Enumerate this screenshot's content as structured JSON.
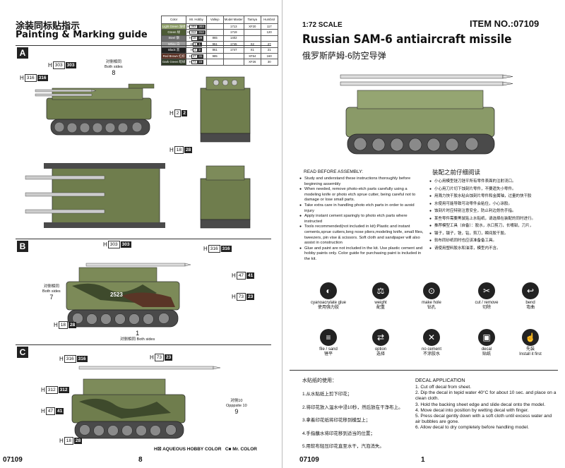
{
  "left_page": {
    "title_cn": "涂装同标贴指示",
    "title_en": "Painting & Marking guide",
    "page_code": "07109",
    "page_number": "8",
    "legend": {
      "aqueous": "AQUEOUS HOBBY COLOR",
      "mr_color": "Mr. COLOR",
      "aqueous_prefix": "H",
      "mr_prefix": "C"
    },
    "paint_table": {
      "headers": [
        "Color",
        "Mr. Hobby",
        "Vallejo",
        "Model Master",
        "Tamiya",
        "Humbrol"
      ],
      "rows": [
        {
          "name": "Light Green",
          "name_cn": "浅绿",
          "swatch": "#8fa06a",
          "h": "303",
          "c": "303",
          "vallejo": "",
          "model_master": "1713",
          "tamiya": "XF20",
          "humbrol": "117"
        },
        {
          "name": "Green",
          "name_cn": "绿",
          "swatch": "#4d5b35",
          "h": "312",
          "c": "312",
          "vallejo": "",
          "model_master": "1719",
          "tamiya": "",
          "humbrol": "120"
        },
        {
          "name": "Steel",
          "name_cn": "钢",
          "swatch": "#6f6f6f",
          "h": "18",
          "c": "28",
          "vallejo": "865",
          "model_master": "1402",
          "tamiya": "",
          "humbrol": ""
        },
        {
          "name": "White",
          "name_cn": "白",
          "swatch": "#9a9a9a",
          "h": "1",
          "c": "1",
          "vallejo": "951",
          "model_master": "1745",
          "tamiya": "X2",
          "humbrol": "27"
        },
        {
          "name": "Black",
          "name_cn": "黑",
          "swatch": "#222222",
          "h": "2",
          "c": "2",
          "vallejo": "861",
          "model_master": "1747",
          "tamiya": "X1",
          "humbrol": "21"
        },
        {
          "name": "Red Brown",
          "name_cn": "红棕",
          "swatch": "#5a2f22",
          "h": "47",
          "c": "41",
          "vallejo": "985",
          "model_master": "",
          "tamiya": "XF64",
          "humbrol": "160"
        },
        {
          "name": "Dark Green",
          "name_cn": "暗绿",
          "swatch": "#2f3a25",
          "h": "73",
          "c": "23",
          "vallejo": "",
          "model_master": "",
          "tamiya": "XF26",
          "humbrol": "30"
        }
      ]
    },
    "sections": [
      {
        "letter": "A",
        "callouts": [
          {
            "h": "303",
            "c": "303"
          },
          {
            "h": "316",
            "c": "316"
          },
          {
            "h": "2",
            "c": "2"
          },
          {
            "h": "18",
            "c": "28"
          }
        ],
        "note_cn": "对侧相同",
        "note_en": "Both sides",
        "note_num": "8"
      },
      {
        "letter": "B",
        "callouts": [
          {
            "h": "303",
            "c": "303"
          },
          {
            "h": "316",
            "c": "316"
          },
          {
            "h": "47",
            "c": "41"
          },
          {
            "h": "73",
            "c": "23"
          },
          {
            "h": "18",
            "c": "28"
          }
        ],
        "note1_cn": "对侧相同",
        "note1_en": "Both sides",
        "note1_num": "7",
        "note2_cn": "对侧相同",
        "note2_en": "Both sides",
        "note2_num": "1",
        "hull_number": "2523"
      },
      {
        "letter": "C",
        "callouts": [
          {
            "h": "316",
            "c": "316"
          },
          {
            "h": "73",
            "c": "23"
          },
          {
            "h": "312",
            "c": "312"
          },
          {
            "h": "47",
            "c": "41"
          },
          {
            "h": "18",
            "c": "28"
          }
        ],
        "note_cn": "对侧10",
        "note_en": "Opppsite 10",
        "note_num": "9"
      }
    ]
  },
  "right_page": {
    "scale": "1:72 SCALE",
    "item_no": "ITEM NO.:07109",
    "product_title_en": "Russian SAM-6 antiaircraft missile",
    "product_title_cn": "俄罗斯萨姆-6防空导弹",
    "page_code": "07109",
    "page_number": "1",
    "read_before_head": "READ BEFORE ASSEMBLY:",
    "read_before_items": [
      "Study and understand these instructions thoroughly before beginning assembly",
      "When needed, remove photo-etch parts carefully using a modeling knife or photo etch sprue cutter, being careful not to damage or lose small parts.",
      "Take extra care in handling photo etch parts in order to avoid injury",
      "Apply instant cement sparingly to photo etch parts where instructed",
      "Tools recommended(not included in kit):Plastic and instant cements,sprue cutters,long nose pliers,modeling knife, small files, tweezers, pin vise & scissors. Soft cloth and sandpaper will also assist in construction",
      "Glue and paint are not included in the kit. Use plastic cement and hobby paints only. Color guide for purchasing paint is included in the kit."
    ],
    "read_before_head_cn": "装配之前仔细阅读",
    "read_before_items_cn": [
      "小心用模型锉刀锉平所有零件表面的注射浇口。",
      "小心用刀片切下蚀刻片零件，不要遗失小零件。",
      "用溅力快干胶水粘合蚀刻片零件和金属轴，过量的快干胶",
      "水使用可能导致可动零件会粘住，小心涂胶。",
      "蚀刻片时应特别注意安全，防止利边划伤手指。",
      "某些零件需要黑鼠贴上水贴纸，请选择在装配的同时进行。",
      "推荐模型工具（自备）：胶水，水口剪刀，长嘴钳，刀片，",
      "镊子，镊子，锉，钻，剪刀，瞬间胶干胶。",
      "软布同砂纸同时也应该准备备工具。",
      "请使用塑料胶水和油漆，模型内不含。"
    ],
    "icons": [
      {
        "name": "cyanoacrylate-glue",
        "label_en": "cyanoacrylate glue",
        "label_cn": "使用强力胶",
        "glyph": "◐"
      },
      {
        "name": "weight",
        "label_en": "weight",
        "label_cn": "配重",
        "glyph": "⚖"
      },
      {
        "name": "make-hole",
        "label_en": "make hole",
        "label_cn": "钻孔",
        "glyph": "⊙"
      },
      {
        "name": "cut-remove",
        "label_en": "cut / remove",
        "label_cn": "切除",
        "glyph": "✂"
      },
      {
        "name": "bend",
        "label_en": "bend",
        "label_cn": "弯曲",
        "glyph": "↩"
      },
      {
        "name": "file-sand",
        "label_en": "file / sand",
        "label_cn": "锉平",
        "glyph": "≡"
      },
      {
        "name": "option",
        "label_en": "option",
        "label_cn": "选择",
        "glyph": "⇄"
      },
      {
        "name": "no-cement",
        "label_en": "no cement",
        "label_cn": "不涂胶水",
        "glyph": "✕"
      },
      {
        "name": "decal",
        "label_en": "decal",
        "label_cn": "贴纸",
        "glyph": "▣"
      },
      {
        "name": "install-first",
        "label_en": "Install it first",
        "label_cn": "先装",
        "glyph": "☝"
      }
    ],
    "decal_head_cn": "水贴纸的使用：",
    "decal_items_cn": [
      "1.从水贴纸上剪下印花；",
      "2.将印花放入温水中浸10秒，然后放在干净布上。",
      "3.拿着印花纸将印花移到模型上；",
      "4.手指蘸水将印花移到适当的位置；",
      "5.用软布轻压印花直至水干，汽泡消失。"
    ],
    "decal_head_en": "DECAL APPLICATION",
    "decal_items_en": [
      "1. Cut off decal from sheet.",
      "2. Dip the decal in tepid water 40°C for about 10 sec. and place on a clean cloth.",
      "3. Hold the backing sheet edge and slide decal onto the model.",
      "4. Move decal into position by wetting decal with finger.",
      "5. Press decal gently down with a soft cloth until excess water and air bubbles are gone.",
      "6. Allow decal to dry completely before handling model."
    ]
  }
}
